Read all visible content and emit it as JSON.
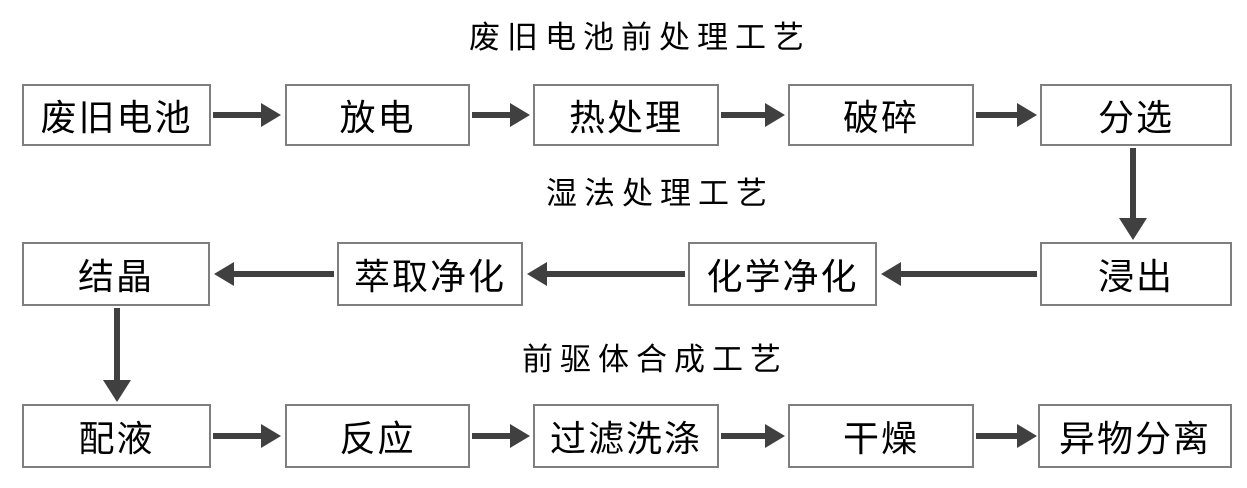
{
  "colors": {
    "background": "#ffffff",
    "box_fill": "#ffffff",
    "box_border": "#7f7f7f",
    "arrow": "#404040",
    "text": "#000000"
  },
  "sections": [
    {
      "id": "pretreatment",
      "title": "废旧电池前处理工艺",
      "flow_direction": "left-to-right",
      "steps": [
        "废旧电池",
        "放电",
        "热处理",
        "破碎",
        "分选"
      ]
    },
    {
      "id": "wet-processing",
      "title": "湿法处理工艺",
      "flow_direction": "right-to-left",
      "steps": [
        "浸出",
        "化学净化",
        "萃取净化",
        "结晶"
      ]
    },
    {
      "id": "precursor-synthesis",
      "title": "前驱体合成工艺",
      "flow_direction": "left-to-right",
      "steps": [
        "配液",
        "反应",
        "过滤洗涤",
        "干燥",
        "异物分离"
      ]
    }
  ],
  "connections": [
    {
      "from": "废旧电池",
      "to": "放电"
    },
    {
      "from": "放电",
      "to": "热处理"
    },
    {
      "from": "热处理",
      "to": "破碎"
    },
    {
      "from": "破碎",
      "to": "分选"
    },
    {
      "from": "分选",
      "to": "浸出"
    },
    {
      "from": "浸出",
      "to": "化学净化"
    },
    {
      "from": "化学净化",
      "to": "萃取净化"
    },
    {
      "from": "萃取净化",
      "to": "结晶"
    },
    {
      "from": "结晶",
      "to": "配液"
    },
    {
      "from": "配液",
      "to": "反应"
    },
    {
      "from": "反应",
      "to": "过滤洗涤"
    },
    {
      "from": "过滤洗涤",
      "to": "干燥"
    },
    {
      "from": "干燥",
      "to": "异物分离"
    }
  ]
}
